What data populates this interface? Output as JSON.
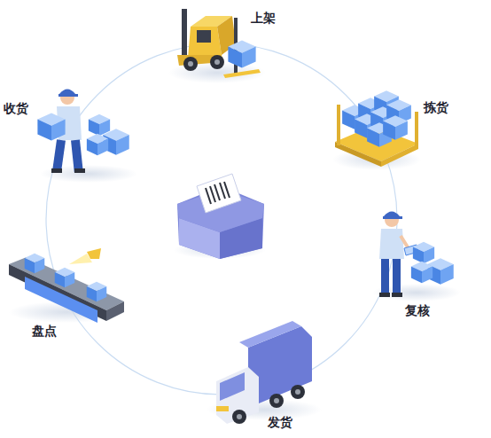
{
  "diagram": {
    "labels": [
      "上架",
      "拣货",
      "复核",
      "发货",
      "盘点",
      "收货"
    ]
  }
}
